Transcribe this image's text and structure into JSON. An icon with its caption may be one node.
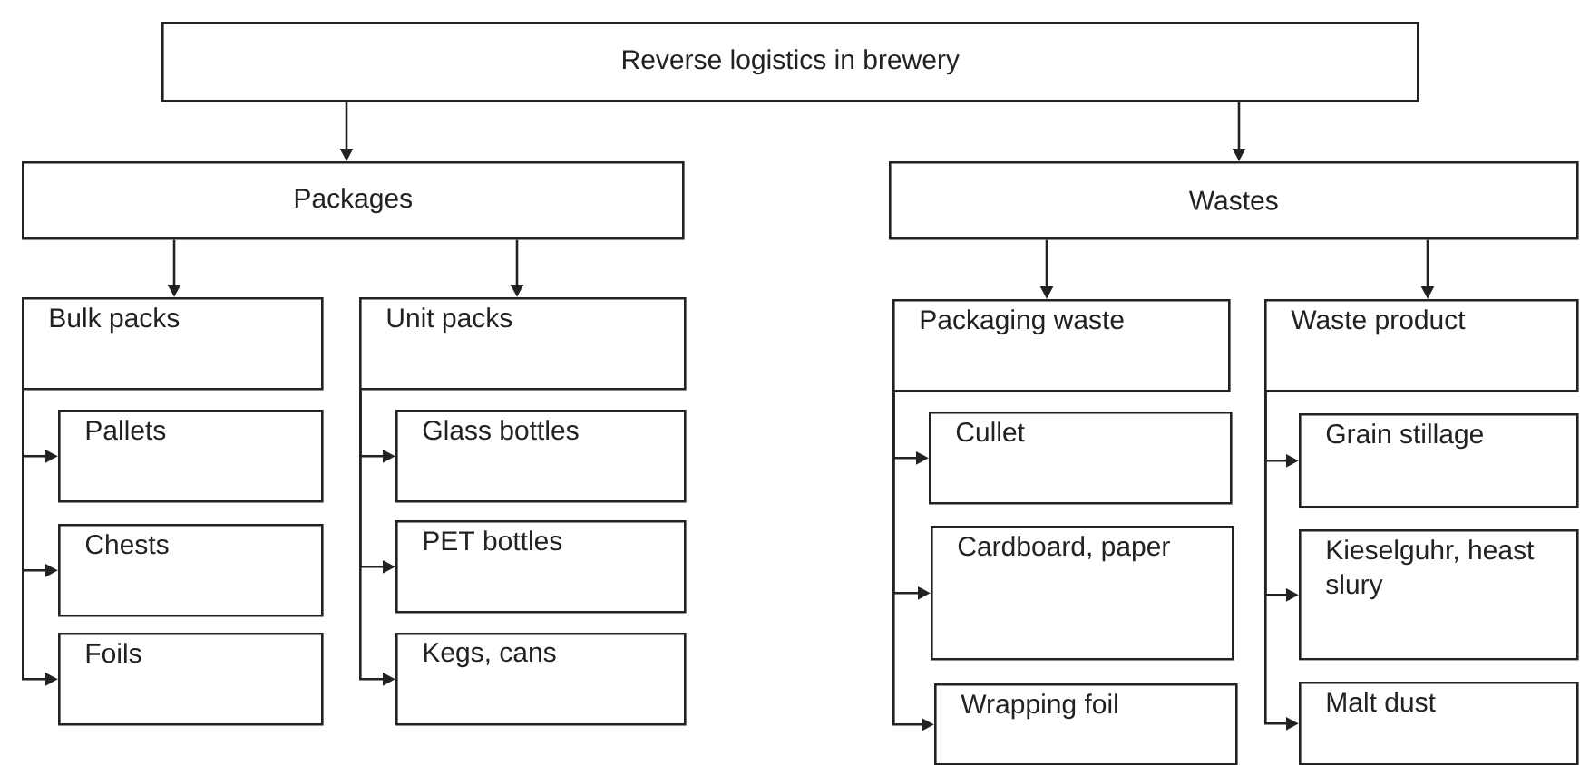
{
  "diagram": {
    "nodes": [
      {
        "text": [
          "Reverse logistics in brewery"
        ]
      },
      {
        "text": [
          "Packages"
        ]
      },
      {
        "text": [
          "Wastes"
        ]
      },
      {
        "text": [
          "Bulk packs"
        ]
      },
      {
        "text": [
          "Unit packs"
        ]
      },
      {
        "text": [
          "Pallets"
        ]
      },
      {
        "text": [
          "Chests"
        ]
      },
      {
        "text": [
          "Foils"
        ]
      },
      {
        "text": [
          "Glass bottles"
        ]
      },
      {
        "text": [
          "PET bottles"
        ]
      },
      {
        "text": [
          "Kegs, cans"
        ]
      },
      {
        "text": [
          "Packaging waste"
        ]
      },
      {
        "text": [
          "Waste product"
        ]
      },
      {
        "text": [
          "Cullet"
        ]
      },
      {
        "text": [
          "Cardboard, paper"
        ]
      },
      {
        "text": [
          "Wrapping foil"
        ]
      },
      {
        "text": [
          "Grain stillage"
        ]
      },
      {
        "text": [
          "Kieselguhr, heast slury"
        ]
      },
      {
        "text": [
          "Malt dust"
        ]
      }
    ],
    "edges": [
      {
        "from": 0,
        "to": 1,
        "arrow": "to"
      },
      {
        "from": 0,
        "to": 2,
        "arrow": "to"
      },
      {
        "from": 1,
        "to": 3,
        "arrow": "to"
      },
      {
        "from": 1,
        "to": 4,
        "arrow": "to"
      },
      {
        "from": 2,
        "to": 11,
        "arrow": "to"
      },
      {
        "from": 2,
        "to": 12,
        "arrow": "to"
      },
      {
        "from": 3,
        "to": 5,
        "arrow": "to"
      },
      {
        "from": 3,
        "to": 6,
        "arrow": "to"
      },
      {
        "from": 3,
        "to": 7,
        "arrow": "to"
      },
      {
        "from": 4,
        "to": 8,
        "arrow": "to"
      },
      {
        "from": 4,
        "to": 9,
        "arrow": "to"
      },
      {
        "from": 4,
        "to": 10,
        "arrow": "to"
      },
      {
        "from": 11,
        "to": 13,
        "arrow": "to"
      },
      {
        "from": 11,
        "to": 14,
        "arrow": "to"
      },
      {
        "from": 11,
        "to": 15,
        "arrow": "to"
      },
      {
        "from": 12,
        "to": 16,
        "arrow": "to"
      },
      {
        "from": 12,
        "to": 17,
        "arrow": "to"
      },
      {
        "from": 12,
        "to": 18,
        "arrow": "to"
      }
    ]
  }
}
